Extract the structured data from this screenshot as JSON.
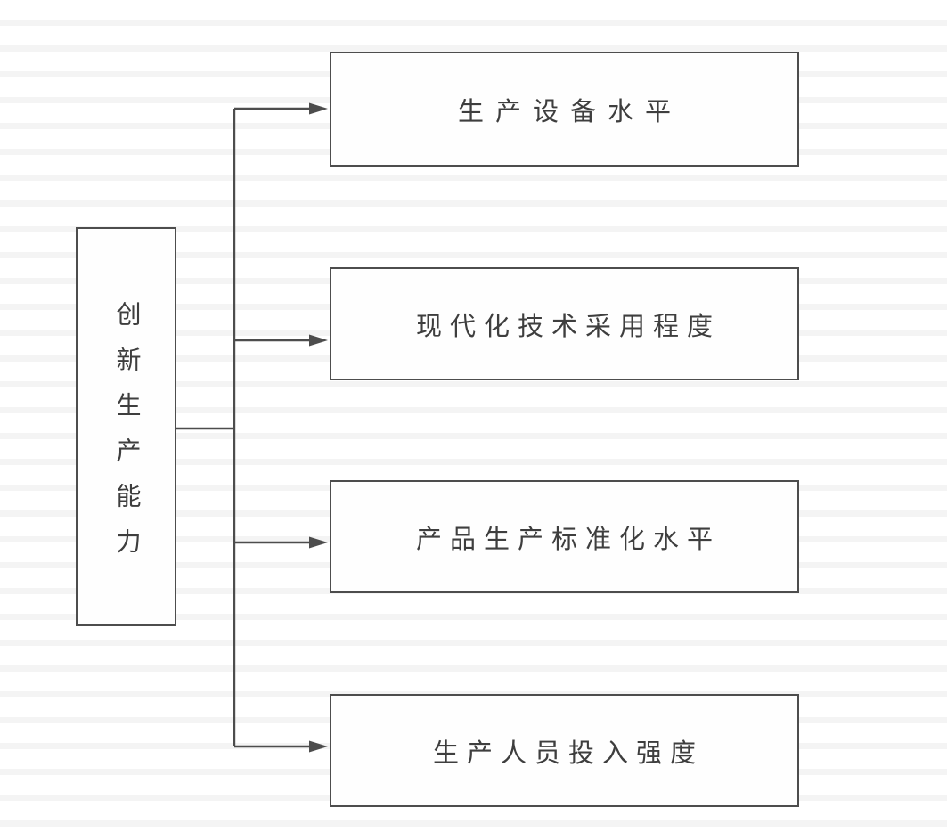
{
  "diagram": {
    "title": "innovation-production-capability-indicator-diagram",
    "root": {
      "id": "innovation-production-capability",
      "label": "创新生产能力"
    },
    "children": [
      {
        "id": "production-equipment-level",
        "label": "生产设备水平"
      },
      {
        "id": "modern-technology-adoption-degree",
        "label": "现代化技术采用程度"
      },
      {
        "id": "product-standardization-level",
        "label": "产品生产标准化水平"
      },
      {
        "id": "production-personnel-input-intensity",
        "label": "生产人员投入强度"
      }
    ],
    "connections": [
      {
        "from": "innovation-production-capability",
        "to": "production-equipment-level",
        "arrow": true
      },
      {
        "from": "innovation-production-capability",
        "to": "modern-technology-adoption-degree",
        "arrow": true
      },
      {
        "from": "innovation-production-capability",
        "to": "product-standardization-level",
        "arrow": true
      },
      {
        "from": "innovation-production-capability",
        "to": "production-personnel-input-intensity",
        "arrow": true
      }
    ],
    "colors": {
      "line": "#4d4d4d",
      "text": "#3e3e3e",
      "background": "#ffffff",
      "stripe": "#f4f4f4"
    }
  }
}
